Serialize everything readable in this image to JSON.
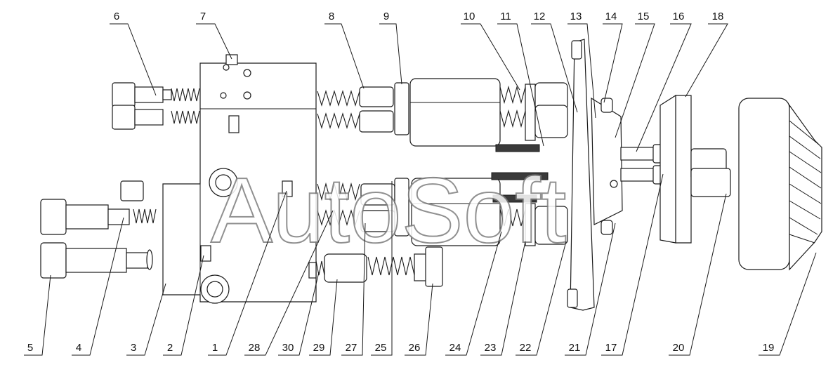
{
  "watermark": "AutoSoft",
  "callouts": [
    {
      "label": "1"
    },
    {
      "label": "2"
    },
    {
      "label": "3"
    },
    {
      "label": "4"
    },
    {
      "label": "5"
    },
    {
      "label": "6"
    },
    {
      "label": "7"
    },
    {
      "label": "8"
    },
    {
      "label": "9"
    },
    {
      "label": "10"
    },
    {
      "label": "11"
    },
    {
      "label": "12"
    },
    {
      "label": "13"
    },
    {
      "label": "14"
    },
    {
      "label": "15"
    },
    {
      "label": "16"
    },
    {
      "label": "17"
    },
    {
      "label": "18"
    },
    {
      "label": "19"
    },
    {
      "label": "20"
    },
    {
      "label": "21"
    },
    {
      "label": "22"
    },
    {
      "label": "23"
    },
    {
      "label": "24"
    },
    {
      "label": "25"
    },
    {
      "label": "26"
    },
    {
      "label": "27"
    },
    {
      "label": "28"
    },
    {
      "label": "29"
    },
    {
      "label": "30"
    }
  ]
}
